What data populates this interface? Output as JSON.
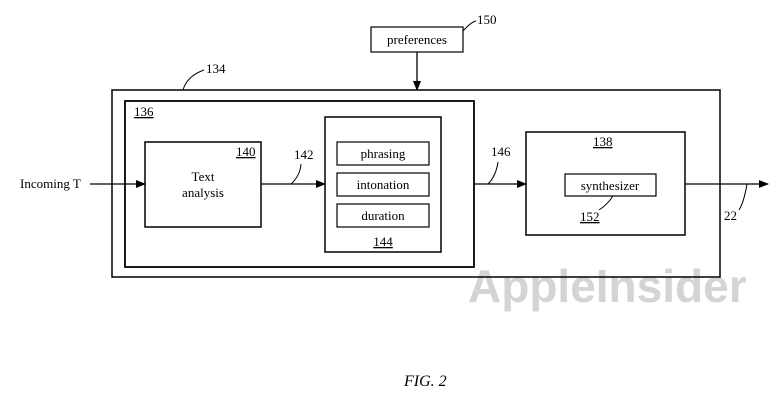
{
  "diagram": {
    "preferences_label": "preferences",
    "ref_150": "150",
    "ref_134": "134",
    "ref_136": "136",
    "ref_140": "140",
    "text_analysis_line1": "Text",
    "text_analysis_line2": "analysis",
    "ref_142": "142",
    "phrasing_label": "phrasing",
    "intonation_label": "intonation",
    "duration_label": "duration",
    "ref_144": "144",
    "ref_146": "146",
    "ref_138": "138",
    "synthesizer_label": "synthesizer",
    "ref_152": "152",
    "ref_22": "22",
    "incoming_label": "Incoming T",
    "watermark": "AppleInsider",
    "figure_caption": "FIG. 2"
  }
}
